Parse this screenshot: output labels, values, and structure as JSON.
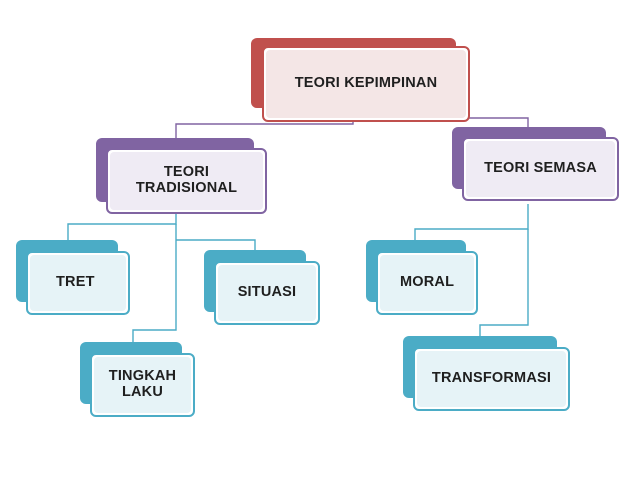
{
  "diagram": {
    "root": {
      "label": "TEORI KEPIMPINAN"
    },
    "branches": [
      {
        "label": "TEORI\nTRADISIONAL",
        "children": [
          {
            "label": "TRET"
          },
          {
            "label": "TINGKAH\nLAKU"
          },
          {
            "label": "SITUASI"
          }
        ]
      },
      {
        "label": "TEORI SEMASA",
        "children": [
          {
            "label": "MORAL"
          },
          {
            "label": "TRANSFORMASI"
          }
        ]
      }
    ],
    "colors": {
      "root": "#c0504d",
      "level1": "#8064a2",
      "level2": "#4bacc6"
    }
  }
}
